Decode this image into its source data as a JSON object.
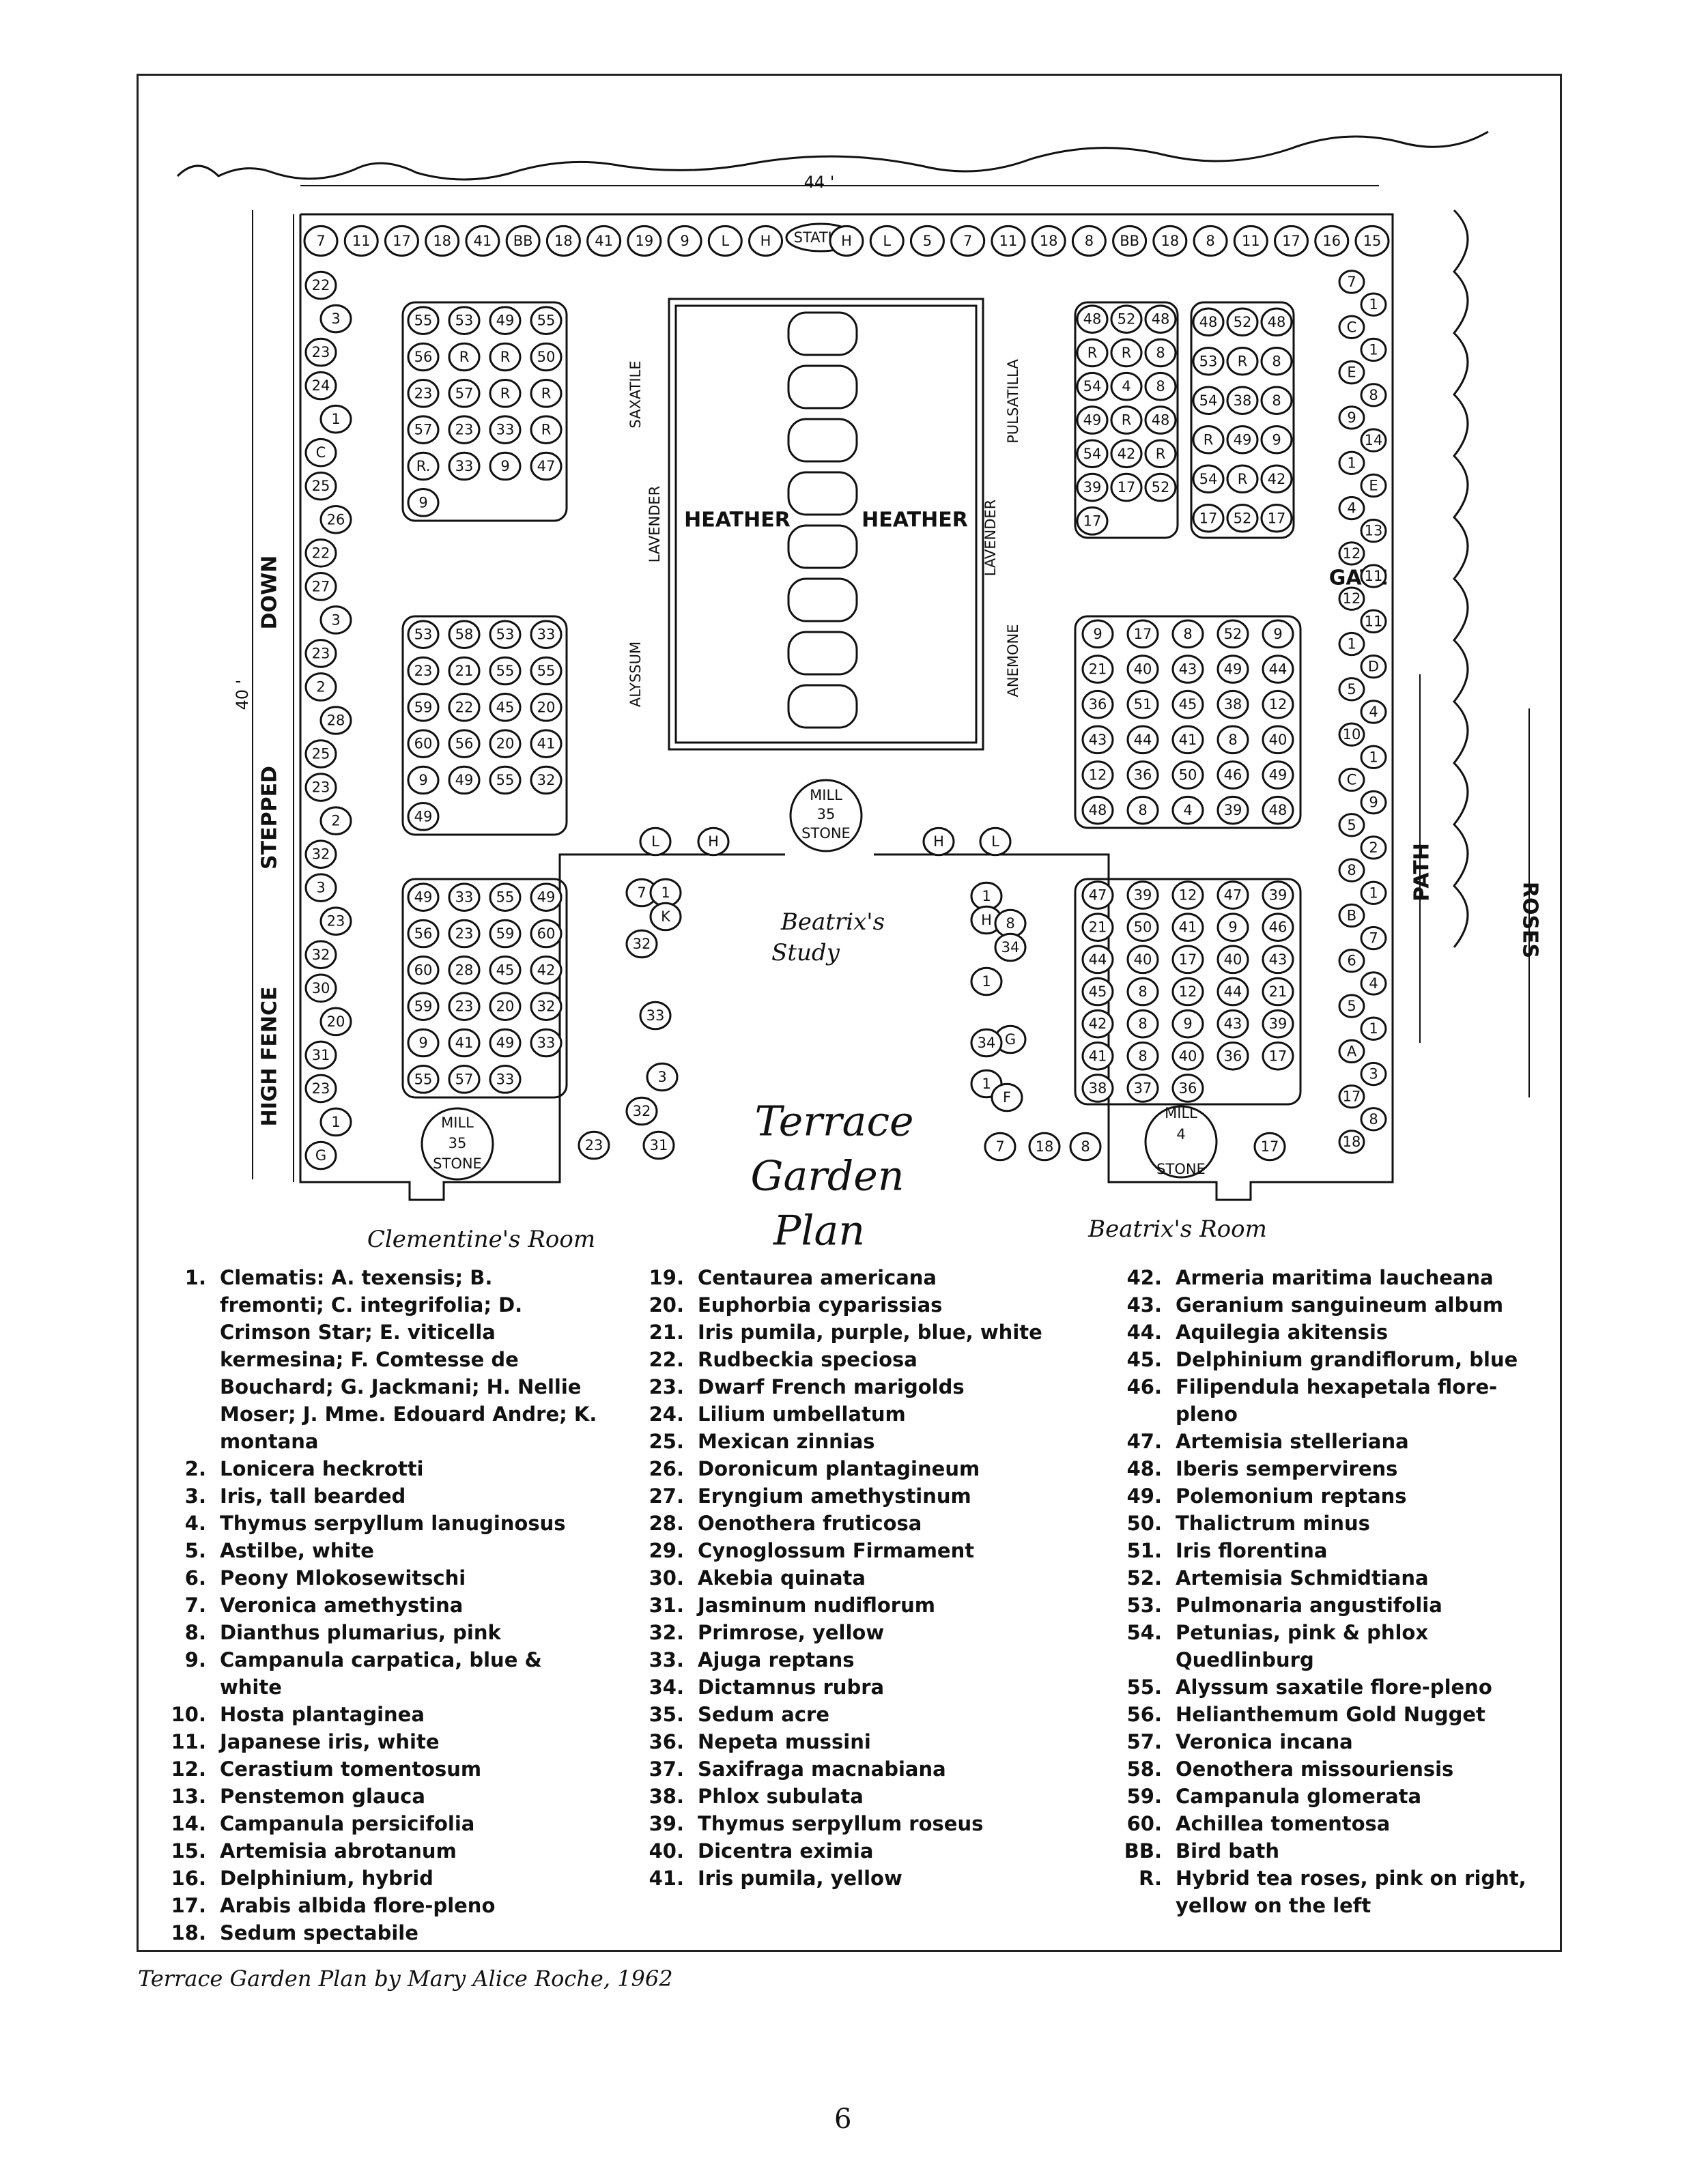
{
  "plan": {
    "title_lines": [
      "Terrace",
      "Garden",
      "Plan"
    ],
    "top_dimension": "44 '",
    "side_dimension": "40 '",
    "fence_labels": [
      "DOWN",
      "STEPPED",
      "HIGH FENCE"
    ],
    "path_label": "PATH",
    "roses_label": "ROSES",
    "gate_label": "GATE",
    "statue_label": "STATUE",
    "heather_label": "HEATHER",
    "mill_stone": {
      "top": "MILL",
      "bottom": "STONE"
    },
    "bed_labels": {
      "saxatile": "SAXATILE",
      "lavender": "LAVENDER",
      "alyssum": "ALYSSUM",
      "pulsatilla": "PULSATILLA",
      "anemone": "ANEMONE"
    },
    "rooms": {
      "study": [
        "Beatrix's",
        "Study"
      ],
      "clementine": "Clementine's Room",
      "beatrix": "Beatrix's Room"
    },
    "top_border": [
      "7",
      "11",
      "17",
      "18",
      "41",
      "BB",
      "18",
      "41",
      "19",
      "9",
      "L",
      "H",
      "STATUE",
      "H",
      "L",
      "5",
      "7",
      "11",
      "18",
      "8",
      "BB",
      "18",
      "8",
      "11",
      "17",
      "16",
      "15"
    ],
    "left_border": [
      "22",
      "3",
      "23",
      "24",
      "1",
      "C",
      "25",
      "26",
      "22",
      "27",
      "3",
      "23",
      "2",
      "28",
      "25",
      "23",
      "2",
      "32",
      "3",
      "23",
      "32",
      "30",
      "20",
      "31",
      "23",
      "1",
      "G"
    ],
    "right_border": [
      "7",
      "1",
      "C",
      "1",
      "E",
      "8",
      "9",
      "14",
      "1",
      "E",
      "4",
      "13",
      "12",
      "11",
      "12",
      "11",
      "1",
      "D",
      "5",
      "4",
      "10",
      "1",
      "C",
      "9",
      "5",
      "2",
      "8",
      "1",
      "B",
      "7",
      "6",
      "4",
      "5",
      "1",
      "A",
      "3",
      "17",
      "8",
      "18"
    ],
    "center_blocks": [
      "L",
      "H",
      "35",
      "H",
      "L",
      "7",
      "1",
      "K",
      "32",
      "33",
      "3",
      "32",
      "31",
      "23",
      "1",
      "H",
      "8",
      "34",
      "1",
      "G",
      "34",
      "1",
      "F",
      "7",
      "18",
      "8",
      "17",
      "4"
    ],
    "bed_a": [
      "55",
      "53",
      "49",
      "55",
      "56",
      "R",
      "R",
      "50",
      "23",
      "57",
      "R",
      "R",
      "57",
      "23",
      "33",
      "R",
      "R.",
      "33",
      "9",
      "47",
      "9"
    ],
    "bed_b": [
      "53",
      "58",
      "53",
      "33",
      "23",
      "21",
      "55",
      "55",
      "59",
      "22",
      "45",
      "20",
      "60",
      "56",
      "20",
      "41",
      "9",
      "49",
      "55",
      "32",
      "49"
    ],
    "bed_c": [
      "49",
      "33",
      "55",
      "49",
      "56",
      "23",
      "59",
      "60",
      "60",
      "28",
      "45",
      "42",
      "59",
      "23",
      "20",
      "32",
      "9",
      "41",
      "49",
      "33",
      "55",
      "57",
      "33"
    ],
    "bed_d": [
      "48",
      "52",
      "48",
      "R",
      "R",
      "8",
      "54",
      "4",
      "8",
      "49",
      "R",
      "48",
      "54",
      "42",
      "R",
      "39",
      "17",
      "52",
      "17"
    ],
    "bed_e": [
      "48",
      "52",
      "48",
      "53",
      "R",
      "8",
      "54",
      "38",
      "8",
      "R",
      "49",
      "9",
      "54",
      "R",
      "42",
      "17",
      "52",
      "17"
    ],
    "bed_f": [
      "9",
      "17",
      "8",
      "52",
      "9",
      "21",
      "40",
      "43",
      "49",
      "44",
      "36",
      "51",
      "45",
      "38",
      "12",
      "43",
      "44",
      "41",
      "8",
      "40",
      "12",
      "36",
      "50",
      "46",
      "49",
      "48",
      "8",
      "4",
      "39",
      "48"
    ],
    "bed_g": [
      "47",
      "39",
      "12",
      "47",
      "39",
      "21",
      "50",
      "41",
      "9",
      "46",
      "44",
      "40",
      "17",
      "40",
      "43",
      "45",
      "8",
      "12",
      "44",
      "21",
      "42",
      "8",
      "9",
      "43",
      "39",
      "41",
      "8",
      "40",
      "36",
      "17",
      "38",
      "37",
      "36"
    ]
  },
  "legend": {
    "col1": [
      {
        "n": "1.",
        "t": "Clematis: A. texensis; B. fremonti; C. integrifolia; D. Crimson Star; E. viticella kermesina; F. Comtesse de Bouchard; G. Jackmani; H. Nellie Moser; J. Mme. Edouard Andre; K. montana"
      },
      {
        "n": "2.",
        "t": "Lonicera heckrotti"
      },
      {
        "n": "3.",
        "t": "Iris, tall bearded"
      },
      {
        "n": "4.",
        "t": "Thymus serpyllum lanuginosus"
      },
      {
        "n": "5.",
        "t": "Astilbe, white"
      },
      {
        "n": "6.",
        "t": "Peony Mlokosewitschi"
      },
      {
        "n": "7.",
        "t": "Veronica amethystina"
      },
      {
        "n": "8.",
        "t": "Dianthus plumarius, pink"
      },
      {
        "n": "9.",
        "t": "Campanula carpatica, blue & white"
      },
      {
        "n": "10.",
        "t": "Hosta plantaginea"
      },
      {
        "n": "11.",
        "t": "Japanese iris, white"
      },
      {
        "n": "12.",
        "t": "Cerastium tomentosum"
      },
      {
        "n": "13.",
        "t": "Penstemon glauca"
      },
      {
        "n": "14.",
        "t": "Campanula persicifolia"
      },
      {
        "n": "15.",
        "t": "Artemisia abrotanum"
      },
      {
        "n": "16.",
        "t": "Delphinium, hybrid"
      },
      {
        "n": "17.",
        "t": "Arabis albida flore-pleno"
      },
      {
        "n": "18.",
        "t": "Sedum spectabile"
      }
    ],
    "col2": [
      {
        "n": "19.",
        "t": "Centaurea americana"
      },
      {
        "n": "20.",
        "t": "Euphorbia cyparissias"
      },
      {
        "n": "21.",
        "t": "Iris pumila, purple, blue, white"
      },
      {
        "n": "22.",
        "t": "Rudbeckia speciosa"
      },
      {
        "n": "23.",
        "t": "Dwarf French marigolds"
      },
      {
        "n": "24.",
        "t": "Lilium umbellatum"
      },
      {
        "n": "25.",
        "t": "Mexican zinnias"
      },
      {
        "n": "26.",
        "t": "Doronicum plantagineum"
      },
      {
        "n": "27.",
        "t": "Eryngium amethystinum"
      },
      {
        "n": "28.",
        "t": "Oenothera fruticosa"
      },
      {
        "n": "29.",
        "t": "Cynoglossum Firmament"
      },
      {
        "n": "30.",
        "t": "Akebia quinata"
      },
      {
        "n": "31.",
        "t": "Jasminum nudiflorum"
      },
      {
        "n": "32.",
        "t": "Primrose, yellow"
      },
      {
        "n": "33.",
        "t": "Ajuga reptans"
      },
      {
        "n": "34.",
        "t": "Dictamnus rubra"
      },
      {
        "n": "35.",
        "t": "Sedum acre"
      },
      {
        "n": "36.",
        "t": "Nepeta mussini"
      },
      {
        "n": "37.",
        "t": "Saxifraga macnabiana"
      },
      {
        "n": "38.",
        "t": "Phlox subulata"
      },
      {
        "n": "39.",
        "t": "Thymus serpyllum roseus"
      },
      {
        "n": "40.",
        "t": "Dicentra eximia"
      },
      {
        "n": "41.",
        "t": "Iris pumila, yellow"
      }
    ],
    "col3": [
      {
        "n": "42.",
        "t": "Armeria maritima laucheana"
      },
      {
        "n": "43.",
        "t": "Geranium sanguineum album"
      },
      {
        "n": "44.",
        "t": "Aquilegia akitensis"
      },
      {
        "n": "45.",
        "t": "Delphinium grandiflorum, blue"
      },
      {
        "n": "46.",
        "t": "Filipendula hexapetala flore-pleno"
      },
      {
        "n": "47.",
        "t": "Artemisia stelleriana"
      },
      {
        "n": "48.",
        "t": "Iberis sempervirens"
      },
      {
        "n": "49.",
        "t": "Polemonium reptans"
      },
      {
        "n": "50.",
        "t": "Thalictrum minus"
      },
      {
        "n": "51.",
        "t": "Iris florentina"
      },
      {
        "n": "52.",
        "t": "Artemisia Schmidtiana"
      },
      {
        "n": "53.",
        "t": "Pulmonaria angustifolia"
      },
      {
        "n": "54.",
        "t": "Petunias, pink & phlox Quedlinburg"
      },
      {
        "n": "55.",
        "t": "Alyssum saxatile flore-pleno"
      },
      {
        "n": "56.",
        "t": "Helianthemum Gold Nugget"
      },
      {
        "n": "57.",
        "t": "Veronica incana"
      },
      {
        "n": "58.",
        "t": "Oenothera missouriensis"
      },
      {
        "n": "59.",
        "t": "Campanula glomerata"
      },
      {
        "n": "60.",
        "t": "Achillea tomentosa"
      },
      {
        "n": "BB.",
        "t": "Bird bath"
      },
      {
        "n": "R.",
        "t": "Hybrid tea roses, pink on right, yellow on the left"
      }
    ]
  },
  "caption": "Terrace Garden Plan by Mary Alice Roche, 1962",
  "page_number": "6"
}
